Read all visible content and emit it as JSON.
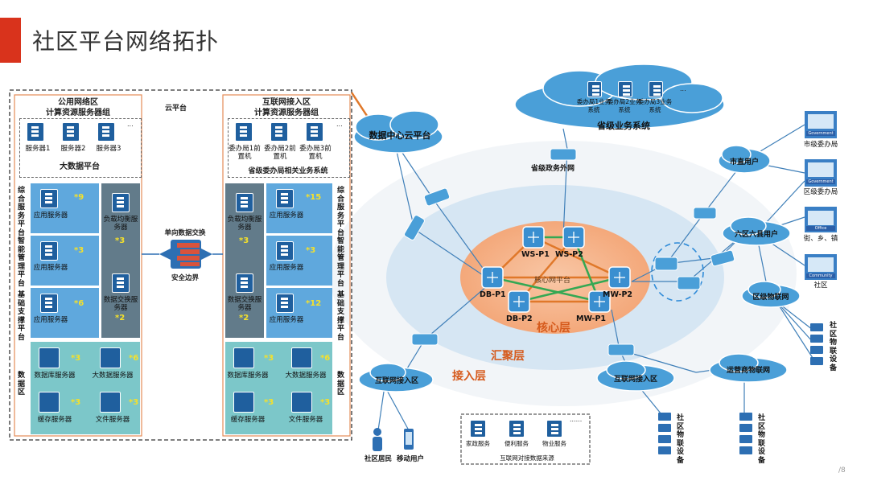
{
  "slide": {
    "title": "社区平台网络拓扑",
    "page_number": "/8"
  },
  "left_cloud": {
    "label": "云平台",
    "public_zone_title_1": "公用网络区",
    "public_zone_title_2": "计算资源服务器组",
    "public_servers": [
      "服务器1",
      "服务器2",
      "服务器3"
    ],
    "public_ellipsis": "...",
    "public_platform": "大数据平台",
    "side_labels_left": [
      "综合服务平台",
      "智能管理平台",
      "基础支撑平台",
      "数据区"
    ],
    "left_app_items": [
      {
        "label": "应用服务器",
        "count": "*9"
      },
      {
        "label": "应用服务器",
        "count": "*3"
      },
      {
        "label": "应用服务器",
        "count": "*6"
      }
    ],
    "left_dark_items": [
      {
        "label": "负载均衡服务器",
        "count": "*3"
      },
      {
        "label": "数据交换服务器",
        "count": "*2"
      }
    ],
    "left_data_items": [
      {
        "label": "数据库服务器",
        "count": "*3"
      },
      {
        "label": "大数据服务器",
        "count": "*6"
      },
      {
        "label": "缓存服务器",
        "count": "*3"
      },
      {
        "label": "文件服务器",
        "count": "*3"
      }
    ],
    "gateway_label": "单向数据交换",
    "firewall_label": "安全边界",
    "internet_zone_title_1": "互联网接入区",
    "internet_zone_title_2": "计算资源服务器组",
    "front_servers": [
      "委办局1前置机",
      "委办局2前置机",
      "委办局3前置机"
    ],
    "front_ellipsis": "...",
    "front_platform": "省级委办局相关业务系统",
    "side_labels_right": [
      "综合服务平台",
      "智能管理平台",
      "基础支撑平台",
      "数据区"
    ],
    "right_dark_items": [
      {
        "label": "负载均衡服务器",
        "count": "*3"
      },
      {
        "label": "数据交换服务器",
        "count": "*2"
      }
    ],
    "right_app_items": [
      {
        "label": "应用服务器",
        "count": "*15"
      },
      {
        "label": "应用服务器",
        "count": "*3"
      },
      {
        "label": "应用服务器",
        "count": "*12"
      }
    ],
    "right_data_items": [
      {
        "label": "数据库服务器",
        "count": "*3"
      },
      {
        "label": "大数据服务器",
        "count": "*6"
      },
      {
        "label": "缓存服务器",
        "count": "*3"
      },
      {
        "label": "文件服务器",
        "count": "*3"
      }
    ]
  },
  "network": {
    "dc_cloud": "数据中心云平台",
    "provincial_cloud": "省级业务系统",
    "provincial_items": [
      "委办局1业务系统",
      "委办局2业务系统",
      "委办局3业务系统"
    ],
    "provincial_ellipsis": "...",
    "gov_extranet": "省级政务外网",
    "core_nodes": {
      "ws_p1": "WS-P1",
      "ws_p2": "WS-P2",
      "db_p1": "DB-P1",
      "db_p2": "DB-P2",
      "mw_p1": "MW-P1",
      "mw_p2": "MW-P2"
    },
    "core_platform": "核心网平台",
    "layers": {
      "core": "核心层",
      "aggregation": "汇聚层",
      "access": "接入层"
    },
    "internet_access_left": "互联网接入区",
    "internet_access_right": "互联网接入区",
    "carrier_iot": "运营商物联网",
    "district_iot": "区级物联网",
    "city_users": "市直用户",
    "district_users": "六区六县用户",
    "gov_sites": [
      "市级委办局",
      "区级委办局",
      "街、乡、镇",
      "社区"
    ],
    "gov_badges": [
      "Government",
      "Government",
      "Office",
      "Community"
    ],
    "iot_device_label": "社区物联设备",
    "end_users": [
      "社区居民",
      "移动用户"
    ],
    "internet_services": [
      "家政服务",
      "便利服务",
      "物业服务"
    ],
    "internet_services_ellipsis": "......",
    "internet_services_caption": "互联网对接数据来源"
  },
  "colors": {
    "accent": "#d9331c",
    "cloud": "#4a9fd8",
    "app_panel": "#5fa8dd",
    "dark_panel": "#627b8a",
    "data_panel": "#7cc7c9",
    "core_orange": "#f6b48a",
    "link_orange": "#e0782a",
    "link_green": "#34a853"
  }
}
